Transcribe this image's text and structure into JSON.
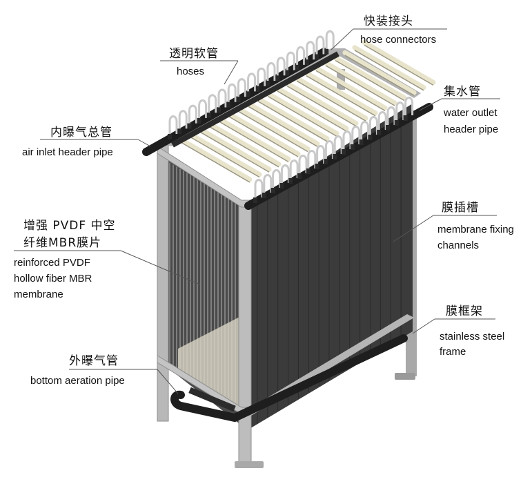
{
  "labels": {
    "hose_connectors": {
      "zh": "快装接头",
      "en": "hose connectors"
    },
    "hoses": {
      "zh": "透明软管",
      "en": "hoses"
    },
    "water_outlet_header_pipe": {
      "zh": "集水管",
      "en_line1": "water outlet",
      "en_line2": "header pipe"
    },
    "air_inlet_header_pipe": {
      "zh": "内曝气总管",
      "en": "air inlet header pipe"
    },
    "membrane_fixing_channels": {
      "zh": "膜插槽",
      "en_line1": "membrane fixing",
      "en_line2": "channels"
    },
    "membrane": {
      "zh_line1": "增强 PVDF 中空",
      "zh_line2": "纤维MBR膜片",
      "en_line1": "reinforced PVDF",
      "en_line2": "hollow fiber MBR",
      "en_line3": "membrane"
    },
    "frame": {
      "zh": "膜框架",
      "en_line1": "stainless steel",
      "en_line2": "frame"
    },
    "bottom_aeration_pipe": {
      "zh": "外曝气管",
      "en": "bottom aeration pipe"
    }
  },
  "colors": {
    "frame": "#b8b8b8",
    "frame_dark": "#8e8e8e",
    "membrane": "#3a3a3a",
    "pipe": "#1e1e1e",
    "hose": "#e8e4cc",
    "hose_connector": "#c9c9c9",
    "leader_line": "#555555"
  }
}
